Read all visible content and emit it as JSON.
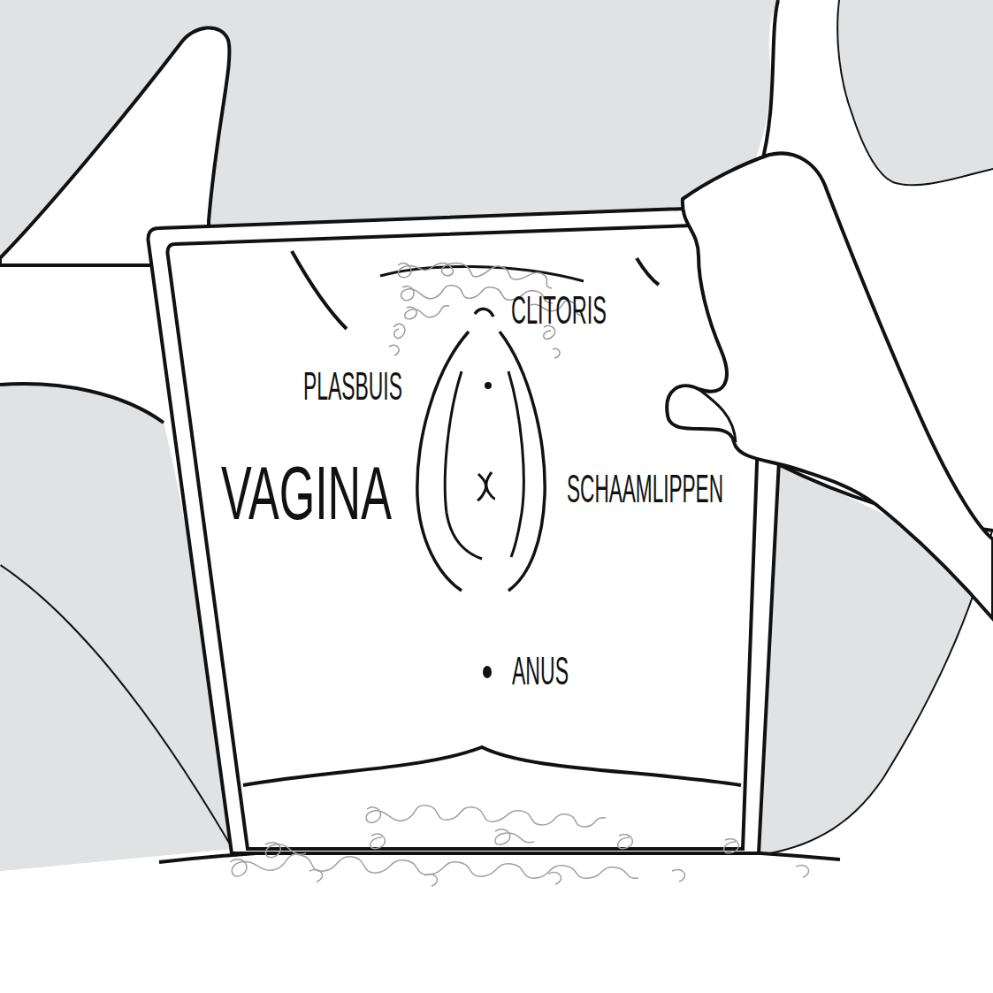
{
  "diagram": {
    "labels": [
      "CLITORIS",
      "PLASBUIS",
      "VAGINA",
      "SCHAAMLIPPEN",
      "ANUS"
    ]
  }
}
